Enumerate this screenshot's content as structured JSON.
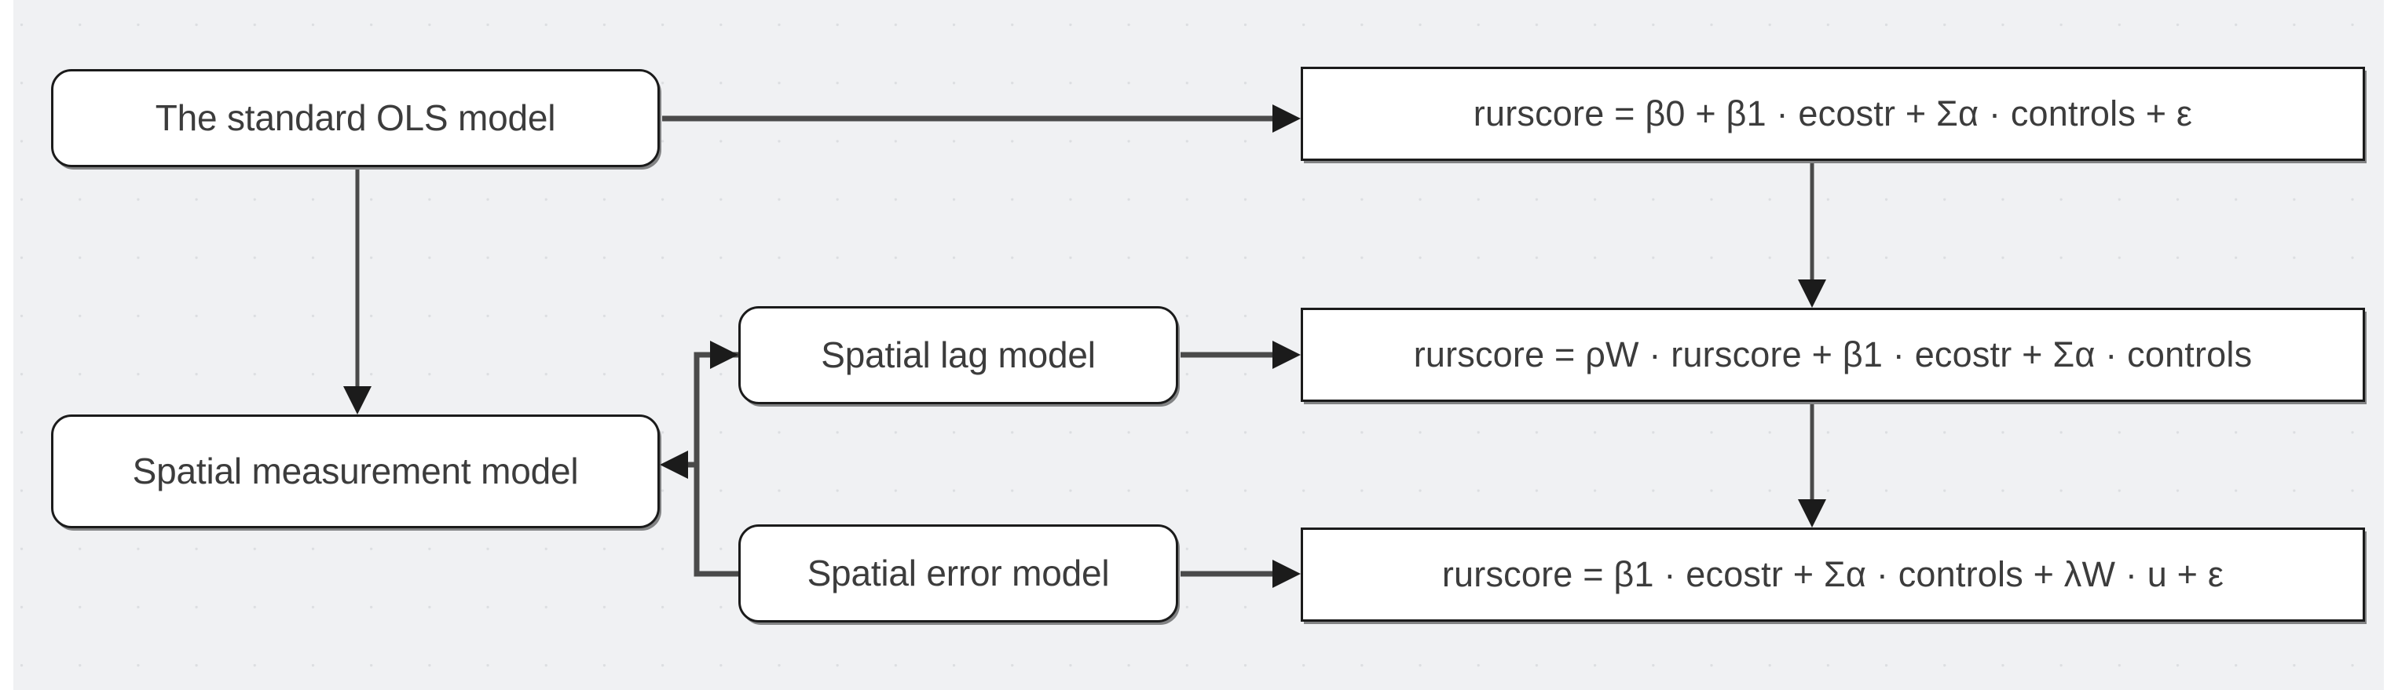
{
  "diagram": {
    "type": "flowchart",
    "title_visible": false,
    "background_color": "#f0f1f3",
    "node_fill": "#ffffff",
    "node_border_color": "#1b1b1b",
    "text_color": "#3c3c3c",
    "connector_color": "#4a4a4a",
    "nodes": [
      {
        "id": "ols",
        "shape": "rounded-rect",
        "label": "The standard OLS model"
      },
      {
        "id": "spatial_meas",
        "shape": "rounded-rect",
        "label": "Spatial measurement model"
      },
      {
        "id": "lag",
        "shape": "rounded-rect",
        "label": "Spatial lag model"
      },
      {
        "id": "error",
        "shape": "rounded-rect",
        "label": "Spatial error model"
      },
      {
        "id": "eq_ols",
        "shape": "rect",
        "label": "rurscore = β0 + β1 · ecostr + Σα · controls + ε"
      },
      {
        "id": "eq_lag",
        "shape": "rect",
        "label": "rurscore = ρW · rurscore + β1 · ecostr + Σα · controls"
      },
      {
        "id": "eq_error",
        "shape": "rect",
        "label": "rurscore = β1 · ecostr + Σα · controls + λW · u + ε"
      }
    ],
    "edges": [
      {
        "from": "ols",
        "to": "eq_ols",
        "style": "arrow",
        "direction": "right"
      },
      {
        "from": "ols",
        "to": "spatial_meas",
        "style": "arrow",
        "direction": "down"
      },
      {
        "from": "eq_ols",
        "to": "eq_lag",
        "style": "arrow",
        "direction": "down"
      },
      {
        "from": "eq_lag",
        "to": "eq_error",
        "style": "arrow",
        "direction": "down"
      },
      {
        "from": "lag",
        "to": "eq_lag",
        "style": "arrow",
        "direction": "right"
      },
      {
        "from": "error",
        "to": "eq_error",
        "style": "arrow",
        "direction": "right"
      },
      {
        "from": "branch",
        "to": "lag",
        "style": "arrow",
        "direction": "right"
      },
      {
        "from": "branch",
        "to": "spatial_meas",
        "style": "arrow",
        "direction": "left"
      },
      {
        "from": "error",
        "to": "branch",
        "style": "line",
        "direction": "left"
      }
    ]
  }
}
